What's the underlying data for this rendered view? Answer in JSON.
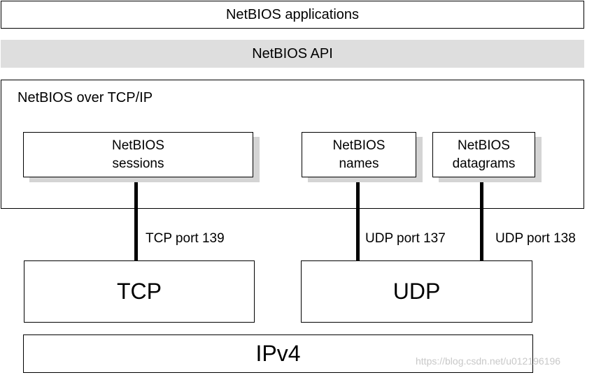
{
  "layers": {
    "applications": "NetBIOS applications",
    "api": "NetBIOS API",
    "netbios_over_tcpip": "NetBIOS over TCP/IP"
  },
  "services": {
    "sessions": "NetBIOS\nsessions",
    "names": "NetBIOS\nnames",
    "datagrams": "NetBIOS\ndatagrams"
  },
  "ports": {
    "tcp_139": "TCP port 139",
    "udp_137": "UDP port 137",
    "udp_138": "UDP port 138"
  },
  "transport": {
    "tcp": "TCP",
    "udp": "UDP"
  },
  "network": {
    "ipv4": "IPv4"
  },
  "watermark": "https://blog.csdn.net/u012196196",
  "colors": {
    "api_fill": "#dedede",
    "shadow": "#d4d4d4",
    "watermark": "#c8c8c8"
  }
}
